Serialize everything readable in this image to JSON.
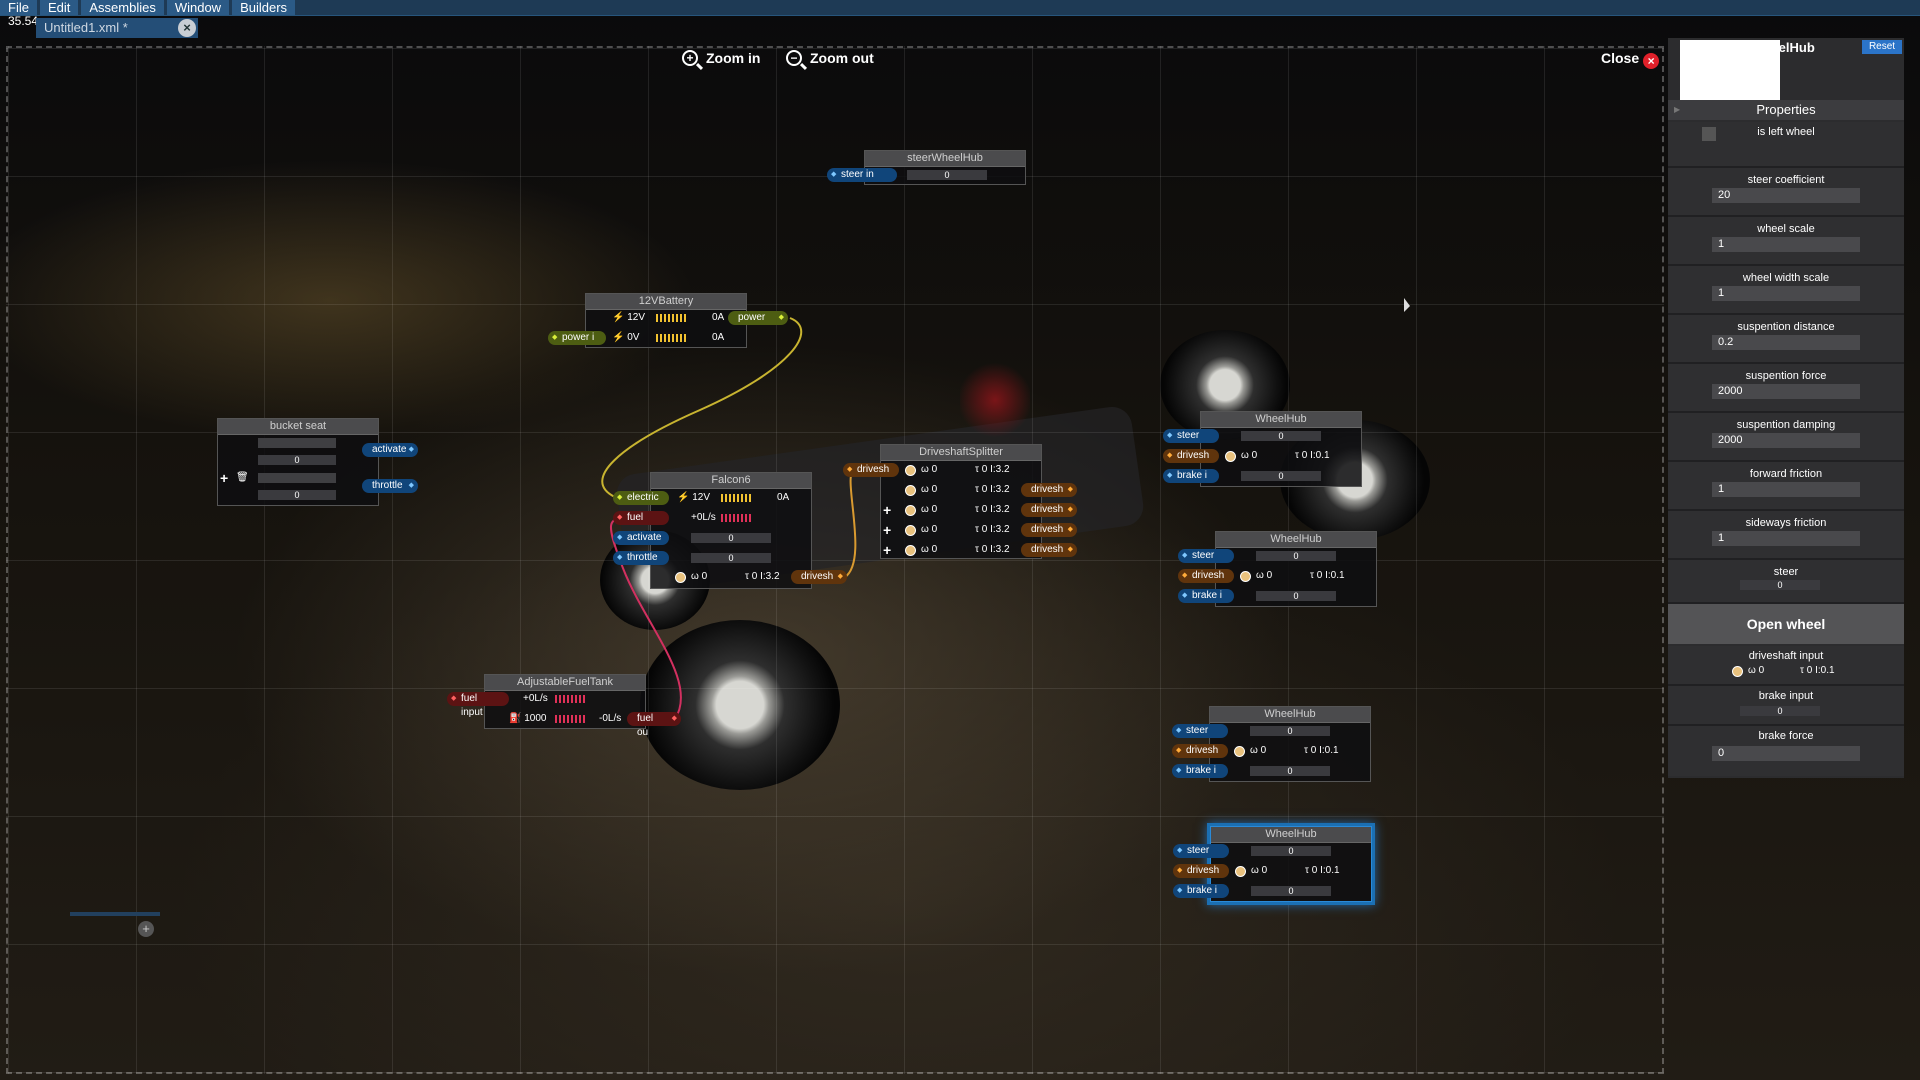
{
  "menu": [
    "File",
    "Edit",
    "Assemblies",
    "Window",
    "Builders"
  ],
  "fps": "35.54",
  "document_tab": "Untitled1.xml *",
  "toolbar": {
    "zoom_in": "Zoom in",
    "zoom_out": "Zoom out",
    "close": "Close"
  },
  "nodes": {
    "steer_wheel_hub": {
      "title": "steerWheelHub",
      "steer_in": "steer in",
      "value": "0"
    },
    "battery": {
      "title": "12VBattery",
      "v1": "12V",
      "a1": "0A",
      "power": "power",
      "power_in": "power i",
      "v2": "0V",
      "a2": "0A"
    },
    "bucket_seat": {
      "title": "bucket seat",
      "activate": "activate",
      "throttle": "throttle",
      "v1": "0",
      "v2": "0"
    },
    "falcon6": {
      "title": "Falcon6",
      "electric": "electric",
      "volt": "12V",
      "amp": "0A",
      "fuel": "fuel",
      "fuel_rate": "+0L/s",
      "activate": "activate",
      "activate_v": "0",
      "throttle": "throttle",
      "throttle_v": "0",
      "omega": "0",
      "torque": "0 I:3.2",
      "driveshaft": "drivesh"
    },
    "splitter": {
      "title": "DriveshaftSplitter",
      "input": "drivesh",
      "rows": [
        {
          "omega": "0",
          "torque": "0 I:3.2",
          "out": ""
        },
        {
          "omega": "0",
          "torque": "0 I:3.2",
          "out": "drivesh"
        },
        {
          "omega": "0",
          "torque": "0 I:3.2",
          "out": "drivesh"
        },
        {
          "omega": "0",
          "torque": "0 I:3.2",
          "out": "drivesh"
        },
        {
          "omega": "0",
          "torque": "0 I:3.2",
          "out": "drivesh"
        }
      ]
    },
    "fuel_tank": {
      "title": "AdjustableFuelTank",
      "fuel_input": "fuel input",
      "rate_in": "+0L/s",
      "capacity": "1000",
      "rate_out": "-0L/s",
      "fuel_out": "fuel ou"
    },
    "wheel_hubs": [
      {
        "title": "WheelHub",
        "steer": "steer",
        "steer_v": "0",
        "driveshaft": "drivesh",
        "omega": "0",
        "torque": "0 I:0.1",
        "brake": "brake i",
        "brake_v": "0"
      },
      {
        "title": "WheelHub",
        "steer": "steer",
        "steer_v": "0",
        "driveshaft": "drivesh",
        "omega": "0",
        "torque": "0 I:0.1",
        "brake": "brake i",
        "brake_v": "0"
      },
      {
        "title": "WheelHub",
        "steer": "steer",
        "steer_v": "0",
        "driveshaft": "drivesh",
        "omega": "0",
        "torque": "0 I:0.1",
        "brake": "brake i",
        "brake_v": "0"
      },
      {
        "title": "WheelHub",
        "steer": "steer",
        "steer_v": "0",
        "driveshaft": "drivesh",
        "omega": "0",
        "torque": "0 I:0.1",
        "brake": "brake i",
        "brake_v": "0"
      }
    ]
  },
  "panel": {
    "title": "WheelHub",
    "reset": "Reset",
    "properties": "Properties",
    "is_left_wheel": "is left wheel",
    "props": [
      {
        "label": "steer coefficient",
        "value": "20"
      },
      {
        "label": "wheel scale",
        "value": "1"
      },
      {
        "label": "wheel width scale",
        "value": "1"
      },
      {
        "label": "suspention distance",
        "value": "0.2"
      },
      {
        "label": "suspention force",
        "value": "2000"
      },
      {
        "label": "suspention damping",
        "value": "2000"
      },
      {
        "label": "forward friction",
        "value": "1"
      },
      {
        "label": "sideways friction",
        "value": "1"
      }
    ],
    "steer_label": "steer",
    "steer_value": "0",
    "open_wheel": "Open wheel",
    "driveshaft_input": "driveshaft input",
    "ds_omega": "0",
    "ds_torque": "0 I:0.1",
    "brake_input": "brake input",
    "brake_input_value": "0",
    "brake_force": "brake force",
    "brake_force_value": "0"
  },
  "colors": {
    "menu_bar": "#1e3a55",
    "panel": "#2c2c2e",
    "accent": "#2b74c8",
    "close_red": "#e0202a",
    "wire_yellow": "#c8b430",
    "wire_orange": "#d99a30",
    "wire_pink": "#d23060"
  }
}
